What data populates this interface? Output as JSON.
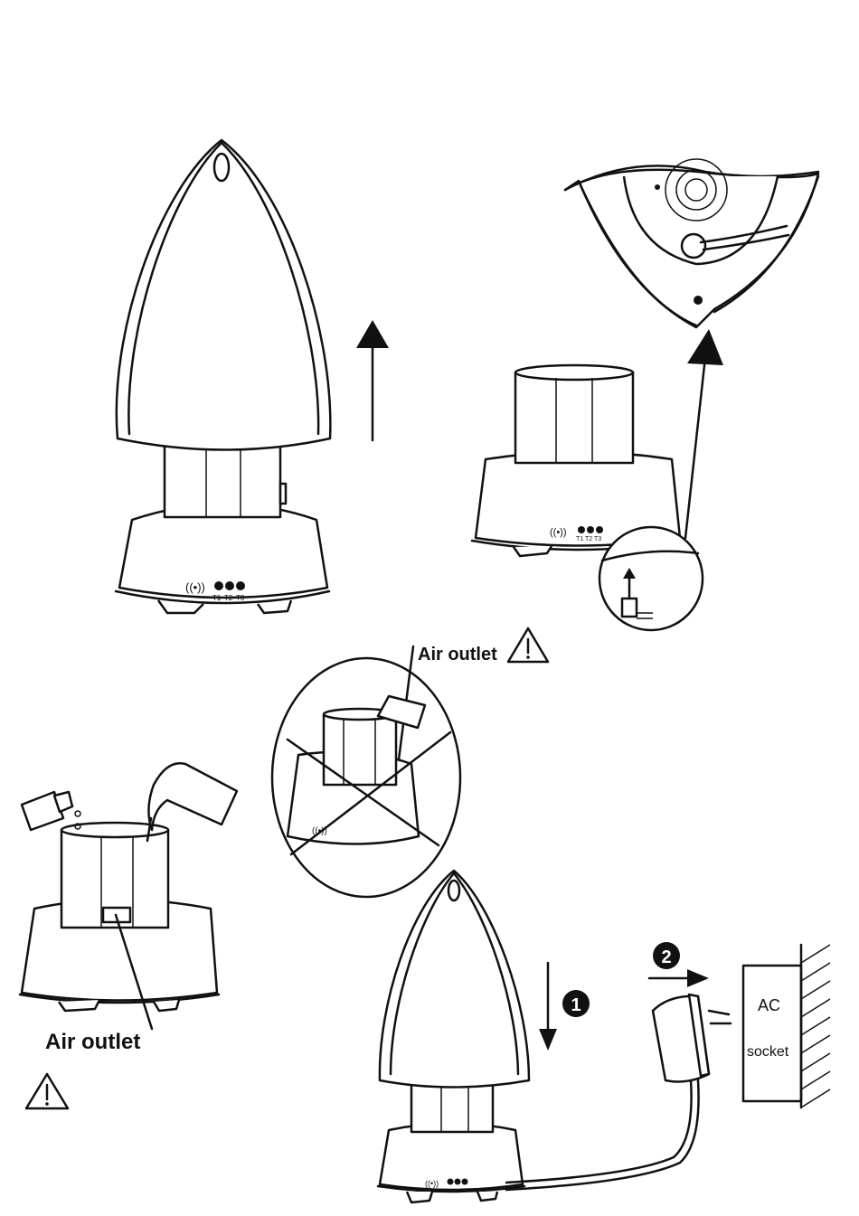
{
  "labels": {
    "air_outlet_top": "Air outlet",
    "air_outlet_bottom": "Air outlet",
    "ac": "AC",
    "socket": "socket",
    "step1": "1",
    "step2": "2",
    "timer_t1": "T1",
    "timer_t2": "T2",
    "timer_t3": "T3"
  },
  "icons": [
    "warning-icon",
    "mist-icon",
    "up-arrow-icon",
    "down-arrow-icon",
    "right-arrow-icon",
    "water-jug-icon",
    "oil-bottle-icon",
    "ac-adapter-icon",
    "prohibited-icon"
  ]
}
